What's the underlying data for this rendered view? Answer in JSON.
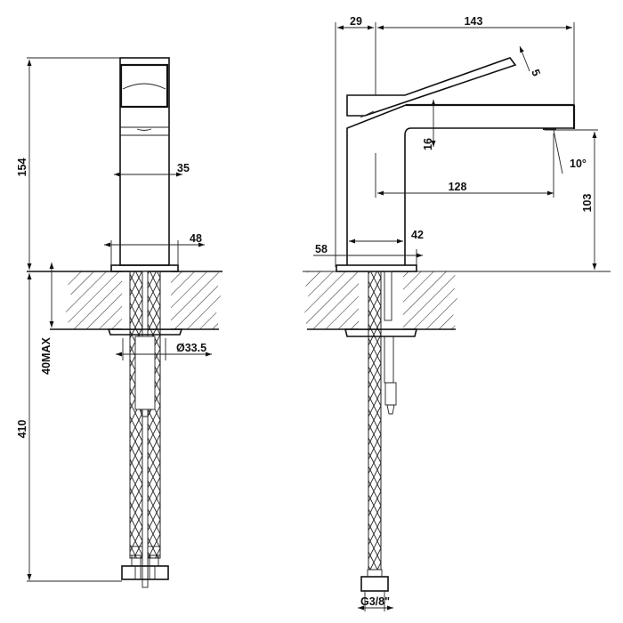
{
  "drawing": {
    "title": "Single-lever basin mixer technical drawing",
    "front_view": {
      "dimensions": {
        "height": "154",
        "body_width": "35",
        "base_width": "48",
        "max_deck": "40MAX",
        "hose_length": "410",
        "hole_diameter": "Ø33.5"
      }
    },
    "side_view": {
      "dimensions": {
        "lever_offset": "29",
        "total_reach": "143",
        "lever_thickness": "5",
        "spout_thickness": "16",
        "spout_angle": "10°",
        "spout_reach": "128",
        "spout_height": "103",
        "body_depth": "42",
        "base_depth": "58",
        "thread": "G3/8\""
      }
    }
  }
}
